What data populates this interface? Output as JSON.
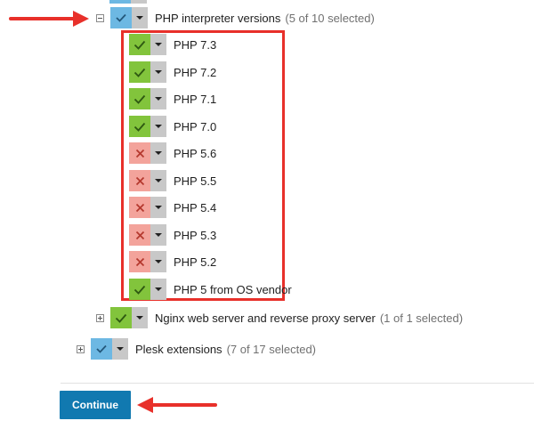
{
  "tree": {
    "php_group": {
      "label": "PHP interpreter versions",
      "count": "(5 of 10 selected)",
      "state": "mixed",
      "items": [
        {
          "label": "PHP 7.3",
          "state": "on"
        },
        {
          "label": "PHP 7.2",
          "state": "on"
        },
        {
          "label": "PHP 7.1",
          "state": "on"
        },
        {
          "label": "PHP 7.0",
          "state": "on"
        },
        {
          "label": "PHP 5.6",
          "state": "off"
        },
        {
          "label": "PHP 5.5",
          "state": "off"
        },
        {
          "label": "PHP 5.4",
          "state": "off"
        },
        {
          "label": "PHP 5.3",
          "state": "off"
        },
        {
          "label": "PHP 5.2",
          "state": "off"
        },
        {
          "label": "PHP 5 from OS vendor",
          "state": "on"
        }
      ]
    },
    "nginx": {
      "label": "Nginx web server and reverse proxy server",
      "count": "(1 of 1 selected)",
      "state": "on"
    },
    "extensions": {
      "label": "Plesk extensions",
      "count": "(7 of 17 selected)",
      "state": "mixed"
    }
  },
  "actions": {
    "continue_label": "Continue"
  },
  "colors": {
    "mixed": "#6db8e3",
    "on": "#82c43c",
    "off": "#f3a39b",
    "annotation": "#e8302a",
    "primary_button": "#1179b0"
  }
}
